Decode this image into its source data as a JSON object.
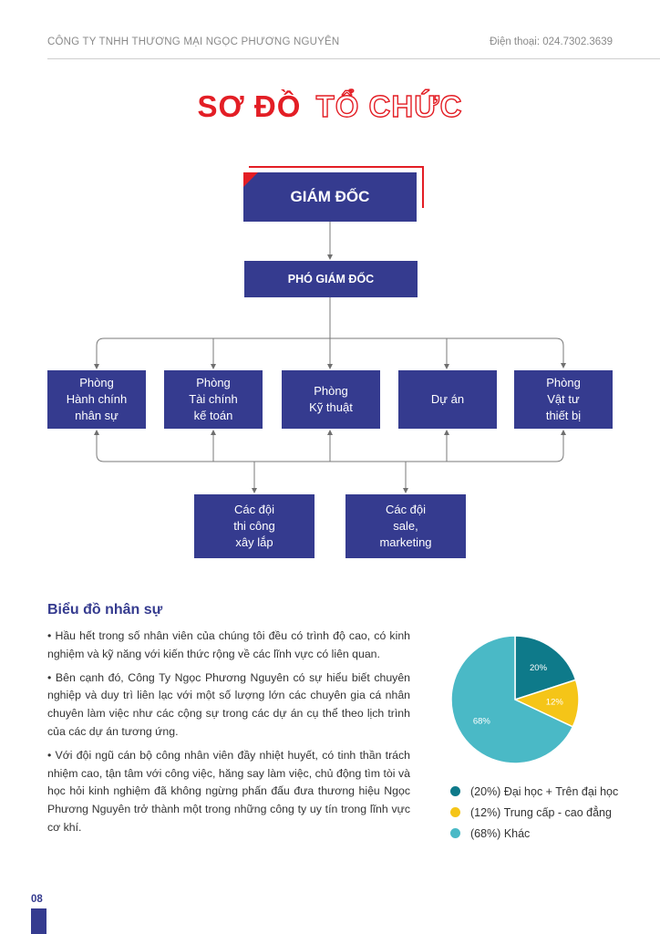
{
  "header": {
    "company": "CÔNG TY TNHH THƯƠNG MẠI NGỌC PHƯƠNG NGUYÊN",
    "phone": "Điện thoại: 024.7302.3639"
  },
  "title": {
    "part1": "SƠ ĐỒ",
    "part2": "TỔ CHỨC"
  },
  "org": {
    "director": "GIÁM ĐỐC",
    "deputy": "PHÓ GIÁM ĐỐC",
    "departments": [
      "Phòng\nHành chính\nnhân sự",
      "Phòng\nTài chính\nkế toán",
      "Phòng\nKỹ thuật",
      "Dự án",
      "Phòng\nVật tư\nthiết bị"
    ],
    "teams": [
      "Các đội\nthi công\nxây lắp",
      "Các đội\nsale,\nmarketing"
    ]
  },
  "section": {
    "heading": "Biểu đồ nhân sự",
    "paragraphs": [
      "• Hầu hết trong số nhân viên của chúng tôi  đều có trình độ cao, có kinh nghiệm và kỹ năng với kiến thức rộng về các lĩnh vực có liên quan.",
      "• Bên cạnh đó, Công Ty Ngọc Phương Nguyên có sự hiểu biết chuyên nghiệp và duy trì liên lạc với một số lượng lớn các chuyên gia cá nhân chuyên làm việc như các cộng sự trong các dự án cụ thể theo lịch trình của các dự án tương ứng.",
      "• Với đội ngũ cán bộ công nhân viên đầy nhiệt huyết, có tinh thần trách nhiệm cao, tận tâm với công việc, hăng say làm việc, chủ động tìm tòi và học hỏi kinh nghiệm đã không ngừng phấn đấu đưa thương hiệu Ngọc Phương Nguyên trở thành một trong những công ty uy tín trong lĩnh vực cơ khí."
    ]
  },
  "chart_data": {
    "type": "pie",
    "slices": [
      {
        "label": "20%",
        "legend": "(20%) Đại học + Trên đại học",
        "value": 20,
        "color": "#0e7a8a"
      },
      {
        "label": "12%",
        "legend": "(12%) Trung cấp - cao đẳng",
        "value": 12,
        "color": "#f5c518"
      },
      {
        "label": "68%",
        "legend": "(68%) Khác",
        "value": 68,
        "color": "#4ab9c6"
      }
    ]
  },
  "footer": {
    "page": "08"
  },
  "colors": {
    "primary": "#353b8f",
    "accent": "#e31e25"
  }
}
